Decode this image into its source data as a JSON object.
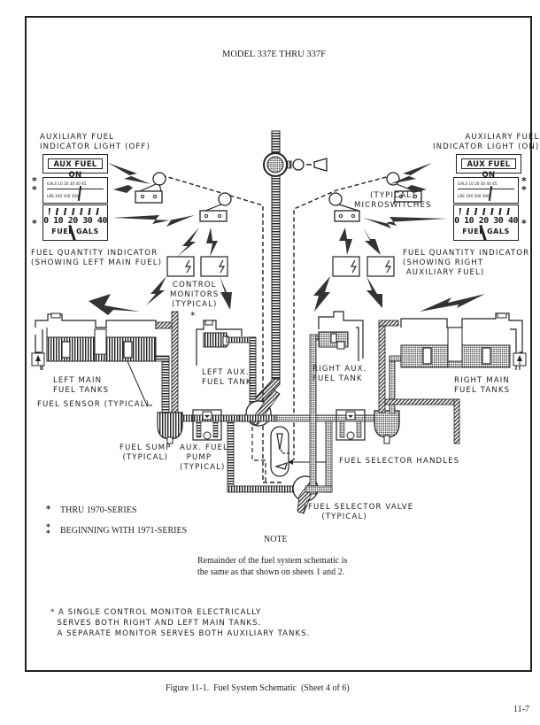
{
  "header": {
    "model": "MODEL 337E THRU 337F"
  },
  "labels": {
    "aux_light_left": "AUXILIARY FUEL\nINDICATOR LIGHT (OFF)",
    "aux_light_right": "AUXILIARY FUEL\nINDICATOR LIGHT (ON)",
    "aux_box_text": "AUX FUEL ON",
    "microswitches": "(TYPICAL)\nMICROSWITCHES",
    "fqi_left": "FUEL QUANTITY INDICATOR\n(SHOWING LEFT MAIN FUEL)",
    "fqi_right": "FUEL QUANTITY INDICATOR\n(SHOWING RIGHT\n AUXILIARY FUEL)",
    "control_monitors": "CONTROL\nMONITORS\n(TYPICAL)",
    "control_monitors_star": "*",
    "left_main": "LEFT MAIN\nFUEL TANKS",
    "left_aux": "LEFT AUX.\nFUEL TANK",
    "right_aux": "RIGHT AUX.\nFUEL TANK",
    "right_main": "RIGHT MAIN\nFUEL TANKS",
    "fuel_sensor": "FUEL SENSOR (TYPICAL)",
    "fuel_sump": "FUEL SUMP\n(TYPICAL)",
    "aux_pump": "AUX. FUEL\n  PUMP\n(TYPICAL)",
    "selector_handles": "FUEL SELECTOR HANDLES",
    "selector_valve": "FUEL SELECTOR VALVE\n    (TYPICAL)"
  },
  "gauges": {
    "scale_top": "GALS  10   20   30   40  45",
    "scale_bottom": "LBS          100   200     300",
    "dial_numbers": "0 10 20 30 40",
    "dial_unit": "FUEL GALS",
    "star": "*"
  },
  "legend": [
    {
      "mark": "*",
      "text": "THRU 1970-SERIES"
    },
    {
      "mark": "*\n*",
      "text": "BEGINNING WITH 1971-SERIES"
    }
  ],
  "note": {
    "title": "NOTE",
    "body": "Remainder of the fuel system schematic is\nthe same as that shown on sheets 1 and 2."
  },
  "footnote": "* A SINGLE CONTROL MONITOR ELECTRICALLY\n  SERVES BOTH RIGHT AND LEFT MAIN TANKS.\n  A SEPARATE MONITOR SERVES BOTH AUXILIARY TANKS.",
  "caption": "Figure 11-1.  Fuel System Schematic  (Sheet 4 of 6)",
  "page_number": "11-7"
}
